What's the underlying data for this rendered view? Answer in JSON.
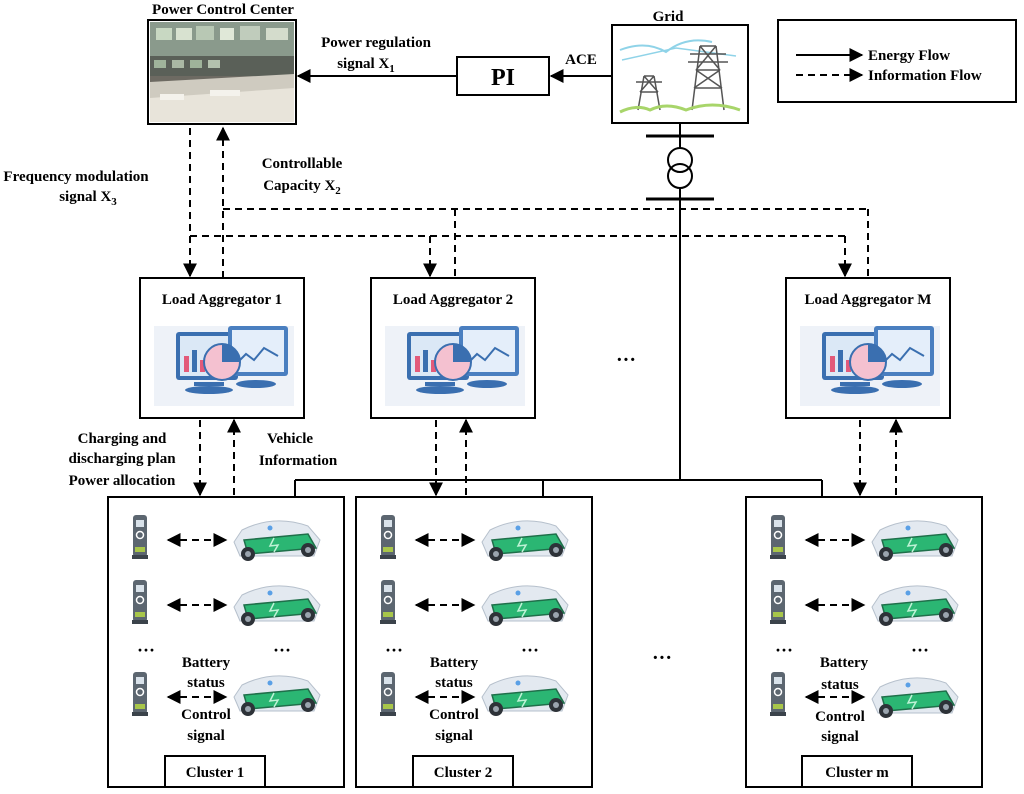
{
  "nodes": {
    "control_center": "Power Control Center",
    "pi": "PI",
    "grid": "Grid",
    "aggregators": [
      "Load Aggregator 1",
      "Load Aggregator 2",
      "Load Aggregator M"
    ],
    "clusters": [
      "Cluster 1",
      "Cluster 2",
      "Cluster m"
    ]
  },
  "legend": {
    "energy": "Energy Flow",
    "information": "Information Flow"
  },
  "edge_labels": {
    "ace": "ACE",
    "power_reg_line1": "Power regulation",
    "power_reg_line2": "signal X",
    "power_reg_sub": "1",
    "freq_line1": "Frequency modulation",
    "freq_line2": "signal X",
    "freq_sub": "3",
    "cap_line1": "Controllable",
    "cap_line2": "Capacity X",
    "cap_sub": "2",
    "plan_line1": "Charging and",
    "plan_line2": "discharging plan",
    "plan_line3": "Power allocation",
    "vehicle_line1": "Vehicle",
    "vehicle_line2": "Information",
    "battery_line1": "Battery",
    "battery_line2": "status",
    "control_line1": "Control",
    "control_line2": "signal"
  },
  "ellipsis": "···",
  "colors": {
    "line": "#000000",
    "battery_green": "#2bb673",
    "car_shell": "#c9d3df",
    "charger_body": "#5c6670",
    "monitor": "#3a6fb0",
    "screen_bg": "#c8dcf2"
  }
}
